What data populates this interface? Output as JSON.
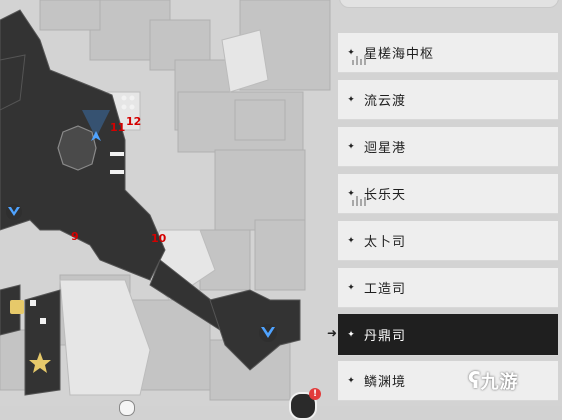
{
  "locations": [
    {
      "label": "星槎海中枢",
      "icon": "nav-anchor-icon"
    },
    {
      "label": "流云渡",
      "icon": "nav-anchor-icon"
    },
    {
      "label": "迴星港",
      "icon": "nav-anchor-icon"
    },
    {
      "label": "长乐天",
      "icon": "nav-anchor-icon"
    },
    {
      "label": "太卜司",
      "icon": "nav-anchor-icon"
    },
    {
      "label": "工造司",
      "icon": "nav-anchor-icon"
    },
    {
      "label": "丹鼎司",
      "icon": "nav-anchor-icon",
      "selected": true
    },
    {
      "label": "鳞渊境",
      "icon": "nav-anchor-icon"
    }
  ],
  "markers": [
    "9",
    "10",
    "11",
    "12"
  ],
  "badge": "!",
  "watermark": {
    "text": "九游",
    "icon": "jiuyou-logo-icon"
  },
  "colors": {
    "accent_red": "#d40000",
    "selected_bg": "#1f1f1f",
    "teleport_blue": "#3c8de6"
  }
}
